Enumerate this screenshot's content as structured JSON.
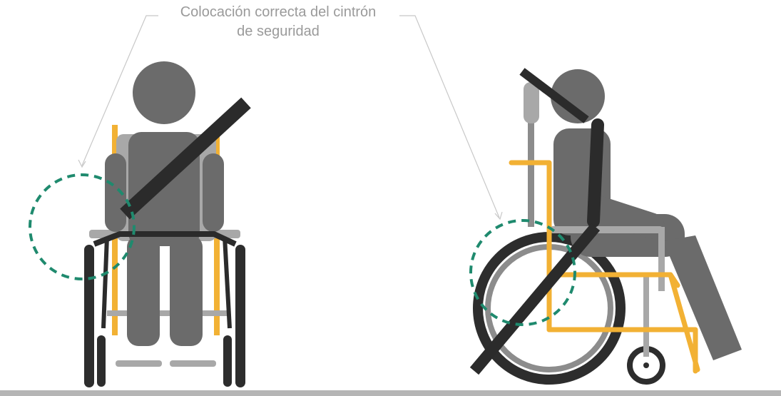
{
  "annotation": {
    "line1": "Colocación correcta del cintrón",
    "line2": "de seguridad"
  },
  "colors": {
    "figure": "#6b6b6b",
    "seat": "#a8a8a8",
    "belt": "#2b2b2b",
    "frame": "#f2b134",
    "tire": "#2d2d2d",
    "tire_rim": "#8c8c8c",
    "highlight_circle": "#1f8a6e",
    "floor": "#b5b5b5",
    "leader_line": "#c8c8c8"
  },
  "icons": {
    "front_view": "wheelchair-user-front-view",
    "side_view": "wheelchair-user-side-view"
  }
}
